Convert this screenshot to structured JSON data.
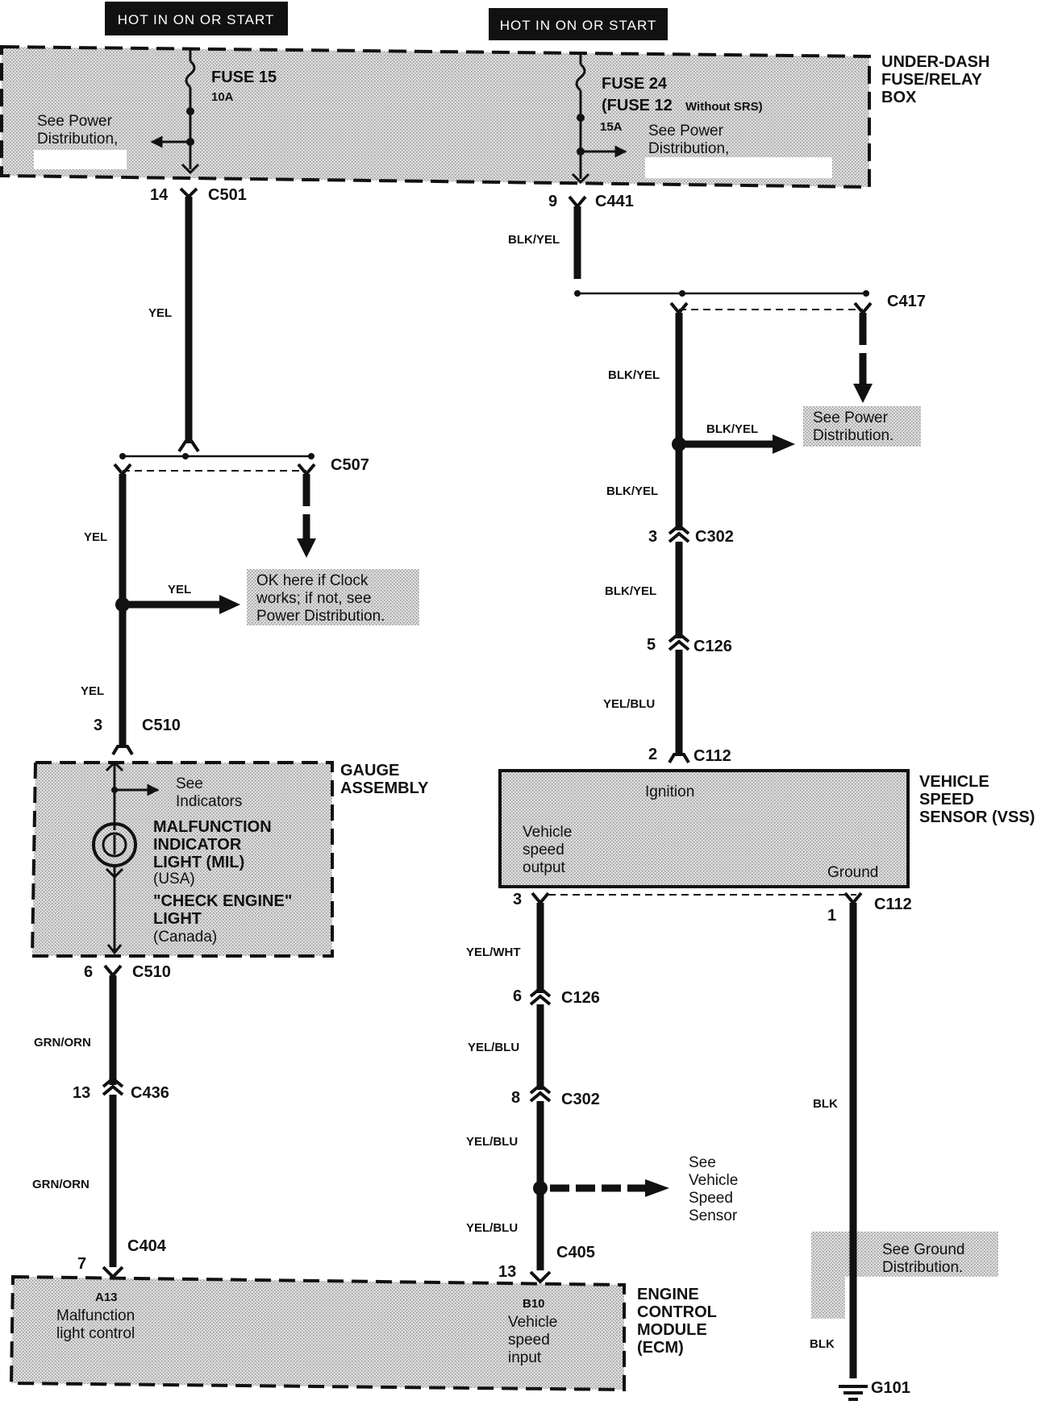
{
  "hot_labels": [
    "HOT IN ON OR START",
    "HOT IN ON OR START"
  ],
  "fuse_box": {
    "title_lines": [
      "UNDER-DASH",
      "FUSE/RELAY",
      "BOX"
    ],
    "fuse15_name": "FUSE 15",
    "fuse15_amp": "10A",
    "fuse24_name": "FUSE 24",
    "fuse24_alt": "(FUSE 12",
    "fuse24_alt_note": "Without SRS)",
    "fuse24_amp": "15A",
    "see_power_1": [
      "See Power",
      "Distribution,"
    ],
    "see_power_2": [
      "See Power",
      "Distribution,"
    ]
  },
  "connectors": {
    "c501_pin": "14",
    "c501": "C501",
    "c441_pin": "9",
    "c441": "C441",
    "c417": "C417",
    "c507": "C507",
    "c302_pin": "3",
    "c302": "C302",
    "c126_pin": "5",
    "c126": "C126",
    "c112_top_pin": "2",
    "c112_top": "C112",
    "c510_top_pin": "3",
    "c510_top": "C510",
    "c510_bot_pin": "6",
    "c510_bot": "C510",
    "c436_pin": "13",
    "c436": "C436",
    "c404_pin": "7",
    "c404": "C404",
    "c112_l_pin": "3",
    "c112_r_pin": "1",
    "c112_bot": "C112",
    "c126_b_pin": "6",
    "c126_b": "C126",
    "c302_b_pin": "8",
    "c302_b": "C302",
    "c405_pin": "13",
    "c405": "C405",
    "g101": "G101"
  },
  "wires": {
    "yel": "YEL",
    "blk_yel": "BLK/YEL",
    "yel_blu": "YEL/BLU",
    "yel_wht": "YEL/WHT",
    "grn_orn": "GRN/ORN",
    "blk": "BLK"
  },
  "notes": {
    "ok_clock": [
      "OK here if Clock",
      "works; if not, see",
      "Power Distribution."
    ],
    "see_power_right": [
      "See Power",
      "Distribution."
    ],
    "see_vss": [
      "See",
      "Vehicle",
      "Speed",
      "Sensor"
    ],
    "see_ground": [
      "See Ground",
      "Distribution."
    ],
    "see_indicators": [
      "See",
      "Indicators"
    ]
  },
  "gauge": {
    "title_lines": [
      "GAUGE",
      "ASSEMBLY"
    ],
    "mil_lines": [
      "MALFUNCTION",
      "INDICATOR",
      "LIGHT (MIL)"
    ],
    "usa": "(USA)",
    "check_lines": [
      "\"CHECK ENGINE\"",
      "LIGHT"
    ],
    "canada": "(Canada)"
  },
  "vss": {
    "title_lines": [
      "VEHICLE",
      "SPEED",
      "SENSOR (VSS)"
    ],
    "ignition": "Ignition",
    "output_lines": [
      "Vehicle",
      "speed",
      "output"
    ],
    "ground": "Ground"
  },
  "ecm": {
    "title_lines": [
      "ENGINE",
      "CONTROL",
      "MODULE",
      "(ECM)"
    ],
    "a13_pin": "A13",
    "a13_lines": [
      "Malfunction",
      "light control"
    ],
    "b10_pin": "B10",
    "b10_lines": [
      "Vehicle",
      "speed",
      "input"
    ]
  },
  "colors": {
    "ink": "#111111",
    "shade": "#d2d2d2",
    "hot_bg": "#111111"
  }
}
